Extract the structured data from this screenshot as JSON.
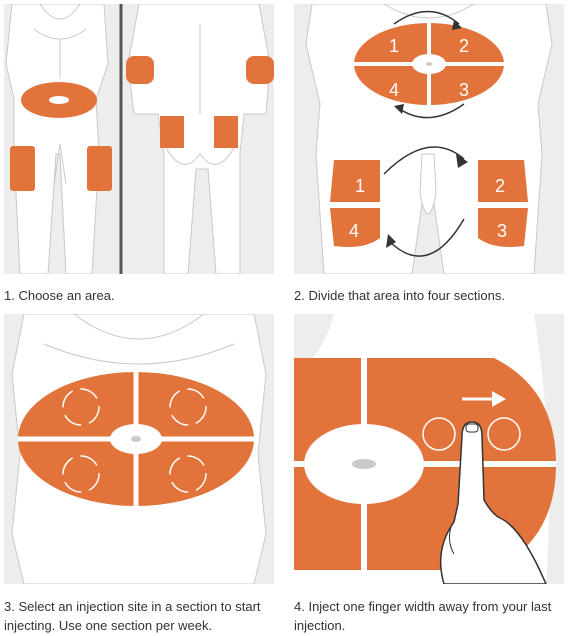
{
  "colors": {
    "accent": "#e2733a",
    "panel_bg": "#ededeb",
    "body_fill": "#ffffff",
    "outline": "#c9c9c6",
    "text": "#333333"
  },
  "steps": [
    {
      "caption": "1. Choose an area.",
      "icons": [
        "front-body-figure-icon",
        "back-body-figure-icon"
      ]
    },
    {
      "caption": "2. Divide that area into four sections.",
      "abdomen_sections": [
        "1",
        "2",
        "4",
        "3"
      ],
      "left_thigh_sections": [
        "1",
        "4"
      ],
      "right_thigh_sections": [
        "2",
        "3"
      ],
      "icons": [
        "rotation-arrow-icon"
      ]
    },
    {
      "caption": "3. Select an injection site in a section to start injecting. Use one section per week.",
      "icons": [
        "circular-arrows-icon"
      ]
    },
    {
      "caption": "4. Inject one finger width away from your last injection.",
      "icons": [
        "hand-pointing-icon",
        "right-arrow-icon",
        "injection-site-circle-icon"
      ]
    }
  ]
}
